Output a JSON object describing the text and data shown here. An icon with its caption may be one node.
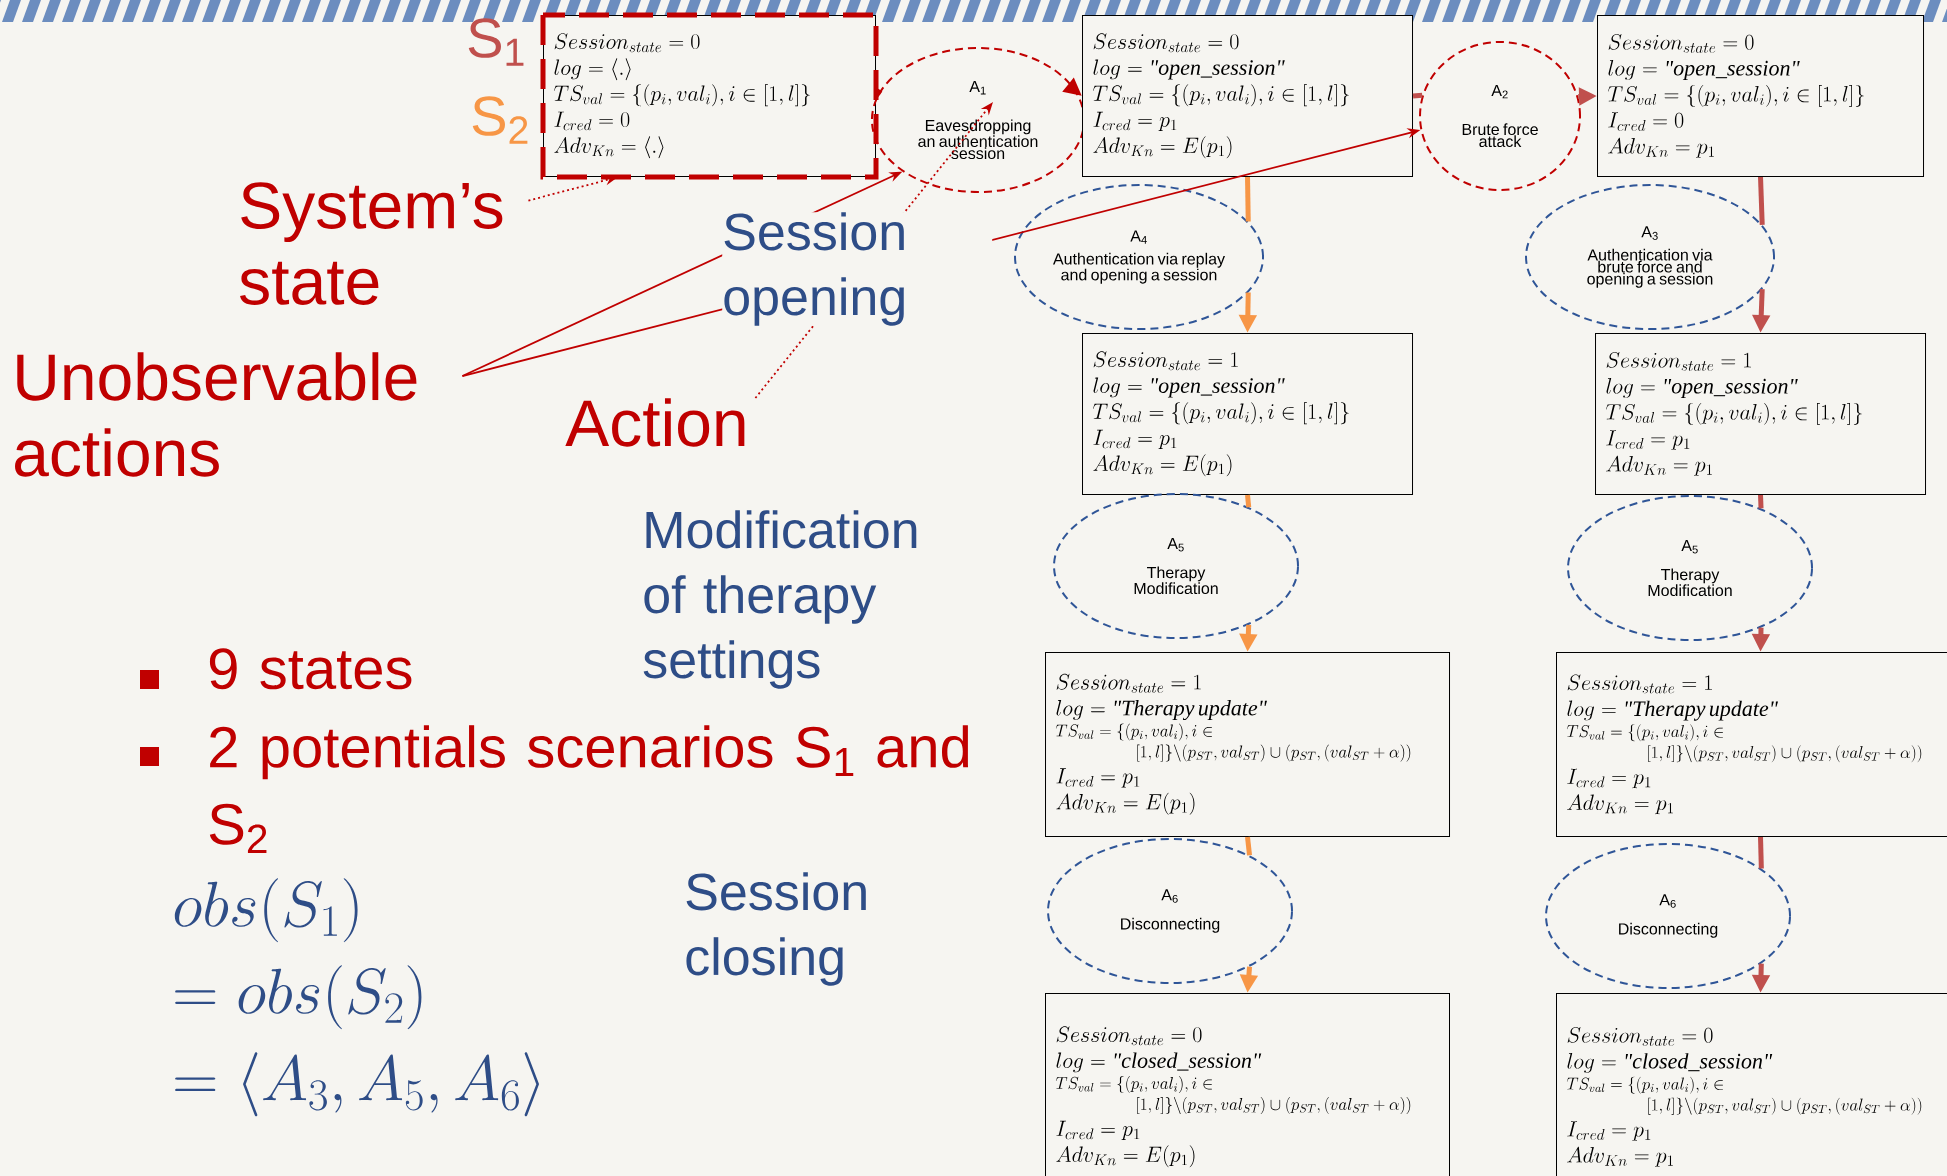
{
  "diagram": {
    "nodes": [
      {
        "text": [
          "Session_{state} = 0",
          "log = \\langle . \\rangle",
          "TS_{val} = \\{(p_i, val_i), i \\in [1, l]\\}",
          "I_{cred} = 0",
          "Adv_{Kn} = \\langle . \\rangle"
        ],
        "beside": [
          "S$_{1}$",
          "S$_{2}$"
        ]
      },
      {
        "text": [
          "A$_{1}$",
          "Eavesdropping an authentication session"
        ]
      },
      {
        "text": [
          "Session_{state} = 0",
          "log = \\textit{\"open\\_session\"}",
          "TS_{val} = \\{(p_i, val_i), i \\in [1, l]\\}",
          "I_{cred} = p_1",
          "Adv_{Kn} = E(p_1)"
        ]
      },
      {
        "text": [
          "A$_{2}$",
          "Brute force attack"
        ]
      },
      {
        "text": [
          "Session_{state} = 0",
          "log = \\textit{\"open\\_session\"}",
          "TS_{val} = \\{(p_i, val_i), i \\in [1, l]\\}",
          "I_{cred} = 0",
          "Adv_{Kn} = p_1"
        ]
      },
      {
        "text": [
          "A$_{4}$",
          "Authentication via replay and opening a session"
        ]
      },
      {
        "text": [
          "A$_{3}$",
          "Authentication via brute force and opening a session"
        ]
      },
      {
        "text": [
          "Session_{state} = 1",
          "log = \\textit{\"open\\_session\"}",
          "TS_{val} = \\{(p_i, val_i), i \\in [1, l]\\}",
          "I_{cred} = p_1",
          "Adv_{Kn} = E(p_1)"
        ]
      },
      {
        "text": [
          "Session_{state} = 1",
          "log = \\textit{\"open\\_session\"}",
          "TS_{val} = \\{(p_i, val_i), i \\in [1, l]\\}",
          "I_{cred} = p_1",
          "Adv_{Kn} = p_1"
        ]
      },
      {
        "text": [
          "A$_{5}$",
          "Therapy Modification"
        ]
      },
      {
        "text": [
          "A$_{5}$",
          "Therapy Modification"
        ]
      },
      {
        "text": [
          "Session_{state} = 1",
          "log = \\textit{\"Therapy update\"}",
          "TS_{val} = \\{(p_i, val_i), i \\in [1, l]\\} \\backslash (p_{ST}, val_{ST}) \\cup \\left(p_{ST}, (val_{ST} + \\alpha)\\right)",
          "I_{cred} = p_1",
          "Adv_{Kn} = E(p_1)"
        ]
      },
      {
        "text": [
          "Session_{state} = 1",
          "log = \\textit{\"Therapy update\"}",
          "TS_{val} = \\{(p_i, val_i), i \\in [1, l]\\} \\backslash (p_{ST}, val_{ST}) \\cup \\left(p_{ST}, (val_{ST} + \\alpha)\\right)",
          "I_{cred} = p_1",
          "Adv_{Kn} = p_1"
        ]
      },
      {
        "text": [
          "A$_{6}$",
          "Disconnecting"
        ]
      },
      {
        "text": [
          "A$_{6}$",
          "Disconnecting"
        ]
      },
      {
        "text": [
          "Session_{state} = 0",
          "log = \\textit{\"closed\\_session\"}",
          "TS_{val} = \\{(p_i, val_i), i \\in [1, l]\\} \\backslash (p_{ST}, val_{ST}) \\cup \\left(p_{ST}, (val_{ST} + \\alpha)\\right)",
          "I_{cred} = p_1",
          "Adv_{Kn} = E(p_1)"
        ]
      },
      {
        "text": [
          "Session_{state} = 0",
          "log = \\textit{\"closed\\_session\"}",
          "TS_{val} = \\{(p_i, val_i), i \\in [1, l]\\} \\backslash (p_{ST}, val_{ST}) \\cup \\left(p_{ST}, (val_{ST} + \\alpha)\\right)",
          "I_{cred} = p_1",
          "Adv_{Kn} = p_1"
        ]
      },
      {
        "text": [
          "System’s state"
        ]
      },
      {
        "text": [
          "Unobservable actions"
        ]
      },
      {
        "text": [
          "Action"
        ]
      }
    ],
    "edges": [
      {
        "from": 0,
        "to": 1,
        "arrow": "none",
        "color": "#c00000"
      },
      {
        "from": 1,
        "to": 2,
        "arrow": "to",
        "color": "#c00000"
      },
      {
        "from": 2,
        "to": 3,
        "arrow": "none",
        "color": "#c0504d"
      },
      {
        "from": 3,
        "to": 4,
        "arrow": "to",
        "color": "#c0504d"
      },
      {
        "from": 2,
        "to": 5,
        "arrow": "none",
        "color": "#f79646"
      },
      {
        "from": 5,
        "to": 7,
        "arrow": "to",
        "color": "#f79646"
      },
      {
        "from": 4,
        "to": 6,
        "arrow": "none",
        "color": "#c0504d"
      },
      {
        "from": 6,
        "to": 8,
        "arrow": "to",
        "color": "#c0504d"
      },
      {
        "from": 7,
        "to": 9,
        "arrow": "none",
        "color": "#f79646"
      },
      {
        "from": 9,
        "to": 11,
        "arrow": "to",
        "color": "#f79646"
      },
      {
        "from": 8,
        "to": 10,
        "arrow": "none",
        "color": "#c0504d"
      },
      {
        "from": 10,
        "to": 12,
        "arrow": "to",
        "color": "#c0504d"
      },
      {
        "from": 11,
        "to": 13,
        "arrow": "none",
        "color": "#f79646"
      },
      {
        "from": 13,
        "to": 15,
        "arrow": "to",
        "color": "#f79646"
      },
      {
        "from": 12,
        "to": 14,
        "arrow": "none",
        "color": "#c0504d"
      },
      {
        "from": 14,
        "to": 16,
        "arrow": "to",
        "color": "#c0504d"
      },
      {
        "from": 17,
        "to": 0,
        "arrow": "to",
        "style": "dashed",
        "color": "#c00000"
      },
      {
        "from": 18,
        "to": 1,
        "arrow": "to",
        "color": "#c00000"
      },
      {
        "from": 18,
        "to": 3,
        "arrow": "to",
        "color": "#c00000"
      },
      {
        "from": 19,
        "to": 1,
        "arrow": "to",
        "style": "dashed",
        "color": "#c00000"
      }
    ],
    "labels": [
      "Session opening",
      "Modification of therapy settings",
      "9 states",
      "2 potentials scenarios S$_{1}$ and S$_{2}$",
      "obs(S_1)",
      "= obs(S_2)",
      "= \\langle A_3, A_5, A_6 \\rangle",
      "Session closing"
    ]
  }
}
